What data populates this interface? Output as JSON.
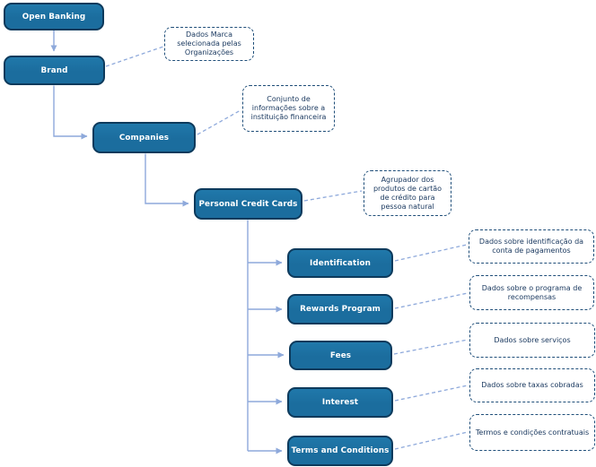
{
  "diagram": {
    "nodes": {
      "open_banking": {
        "label": "Open Banking"
      },
      "brand": {
        "label": "Brand"
      },
      "companies": {
        "label": "Companies"
      },
      "personal_credit_cards": {
        "label": "Personal Credit Cards"
      },
      "identification": {
        "label": "Identification"
      },
      "rewards_program": {
        "label": "Rewards Program"
      },
      "fees": {
        "label": "Fees"
      },
      "interest": {
        "label": "Interest"
      },
      "terms_and_conditions": {
        "label": "Terms and Conditions"
      }
    },
    "notes": {
      "brand": "Dados Marca selecionada pelas Organizações",
      "companies": "Conjunto de informações sobre a instituição financeira",
      "personal_credit_cards": "Agrupador dos produtos de cartão de crédito para pessoa natural",
      "identification": "Dados sobre identificação da conta de pagamentos",
      "rewards_program": "Dados sobre o programa de recompensas",
      "fees": "Dados sobre serviços",
      "interest": "Dados sobre taxas cobradas",
      "terms_and_conditions": "Termos e condições contratuais"
    },
    "colors": {
      "node_fill": "#1b6d9e",
      "node_fill_top": "#2078aa",
      "node_border": "#0d3a5c",
      "node_text": "#ffffff",
      "note_border": "#1f4e79",
      "note_text": "#17365d",
      "note_fill": "#ffffff",
      "connector": "#8ea9db",
      "background": "#ffffff"
    }
  }
}
